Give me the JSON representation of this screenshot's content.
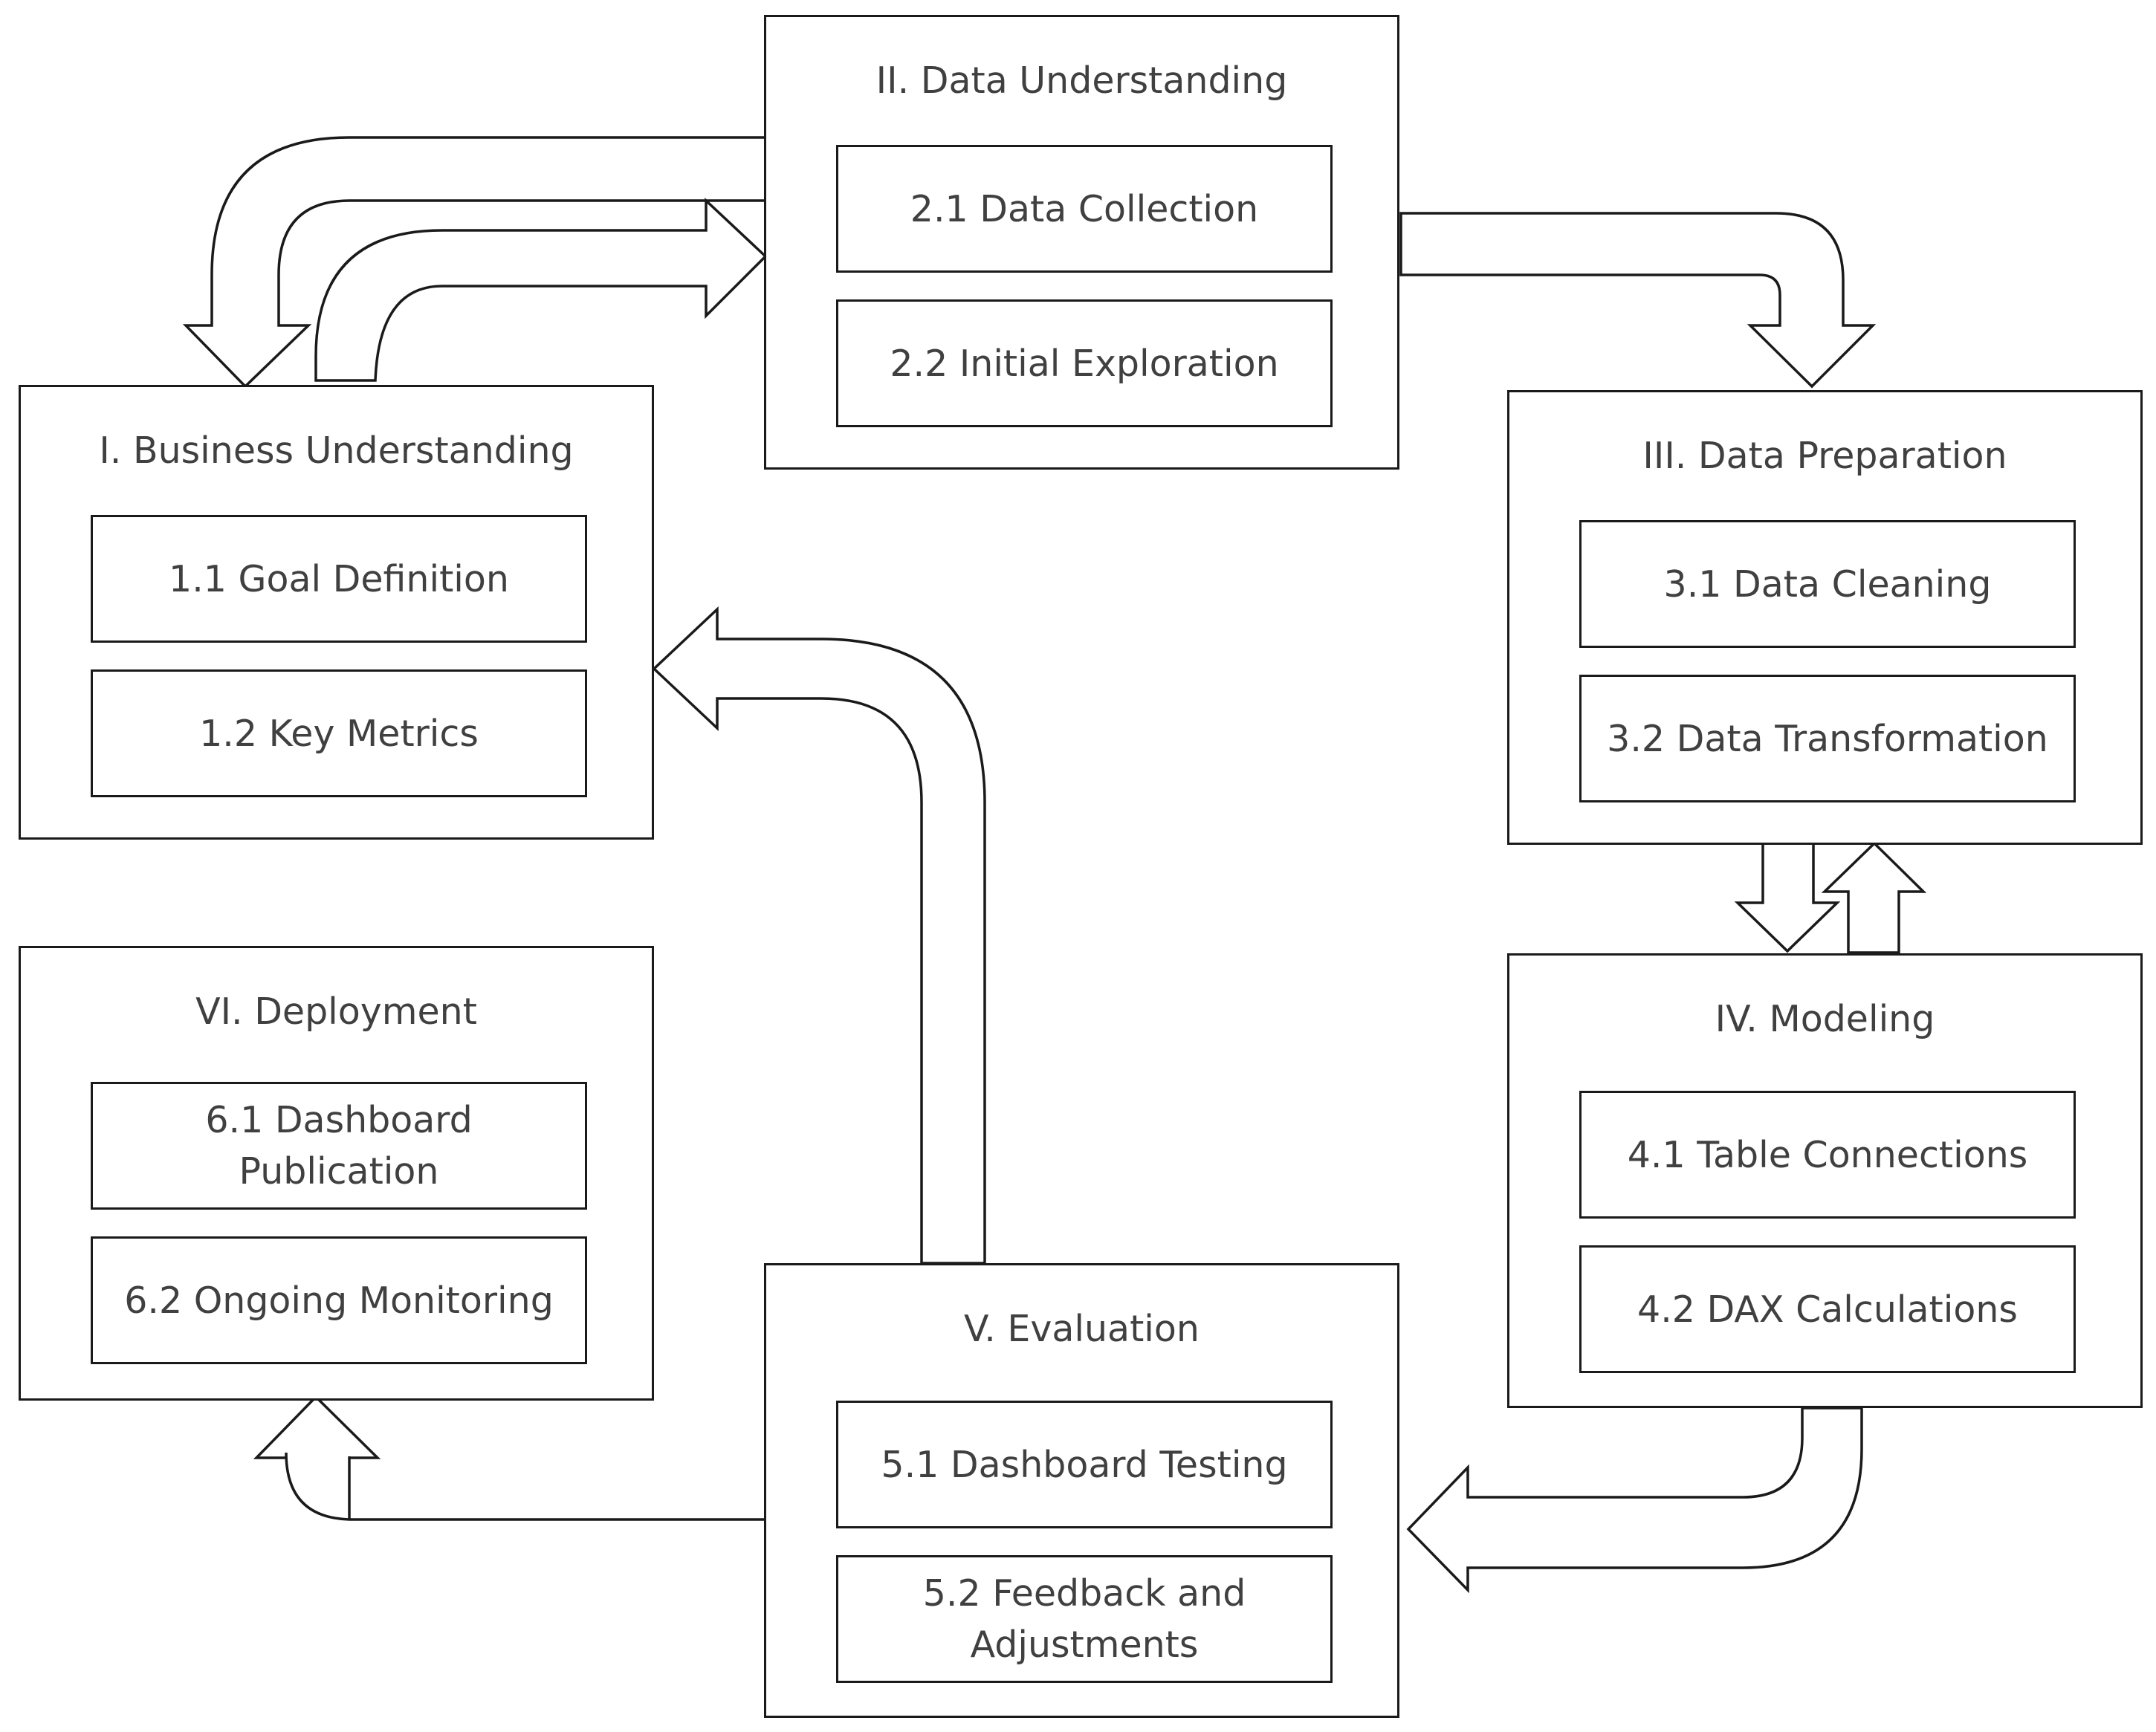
{
  "phases": [
    {
      "title": "I. Business Understanding",
      "steps": [
        "1.1 Goal Definition",
        "1.2 Key Metrics"
      ]
    },
    {
      "title": "II. Data Understanding",
      "steps": [
        "2.1 Data Collection",
        "2.2 Initial Exploration"
      ]
    },
    {
      "title": "III. Data Preparation",
      "steps": [
        "3.1 Data Cleaning",
        "3.2 Data Transformation"
      ]
    },
    {
      "title": "IV. Modeling",
      "steps": [
        "4.1 Table Connections",
        "4.2 DAX Calculations"
      ]
    },
    {
      "title": "V. Evaluation",
      "steps": [
        "5.1 Dashboard Testing",
        "5.2 Feedback and Adjustments"
      ]
    },
    {
      "title": "VI. Deployment",
      "steps": [
        "6.1 Dashboard Publication",
        "6.2 Ongoing Monitoring"
      ]
    }
  ],
  "arrows": [
    {
      "from": "II. Data Understanding",
      "to": "I. Business Understanding"
    },
    {
      "from": "I. Business Understanding",
      "to": "II. Data Understanding"
    },
    {
      "from": "II. Data Understanding",
      "to": "III. Data Preparation"
    },
    {
      "from": "III. Data Preparation",
      "to": "IV. Modeling"
    },
    {
      "from": "IV. Modeling",
      "to": "III. Data Preparation"
    },
    {
      "from": "IV. Modeling",
      "to": "V. Evaluation"
    },
    {
      "from": "V. Evaluation",
      "to": "I. Business Understanding"
    },
    {
      "from": "V. Evaluation",
      "to": "VI. Deployment"
    }
  ],
  "colors": {
    "stroke": "#1a1a1a",
    "text": "#404040",
    "background": "#ffffff"
  }
}
